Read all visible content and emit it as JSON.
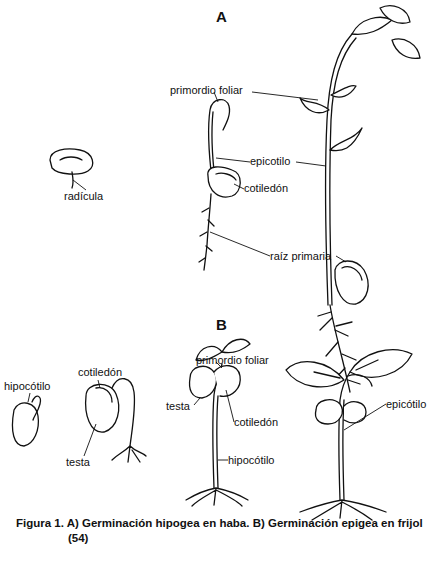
{
  "diagram": {
    "caption": "Figura 1. A) Germinación hipogea en haba. B) Germinación epigea en frijol (54)",
    "labels": [
      "A",
      "primordio foliar",
      "epicotilo",
      "cotiledón",
      "radícula",
      "raíz primaria",
      "B",
      "primordio foliar",
      "cotiledón",
      "hipocótilo",
      "testa",
      "cotiledón",
      "epicótilo",
      "testa",
      "hipocótilo"
    ]
  }
}
